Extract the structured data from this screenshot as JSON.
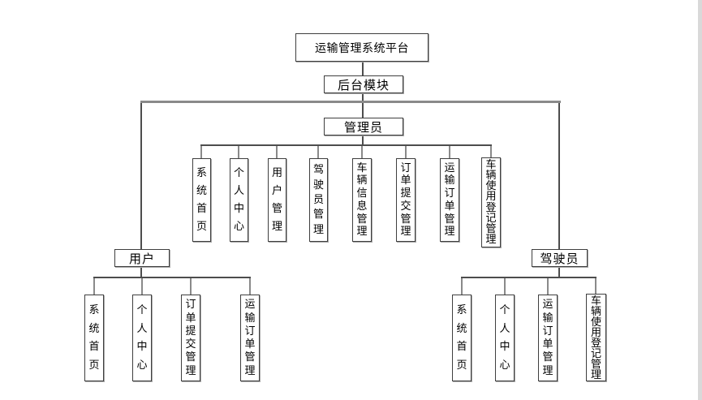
{
  "theme": {
    "canvas_bg": "#ffffff",
    "text_color": "#000000",
    "box_border": "#3f3f3f",
    "box_shadow": "#a8a8a8",
    "line_color": "#4d4d4d",
    "stub_color": "#8a8a8a",
    "wide_line_color": "#8a8a8a",
    "right_edge": "#d9d9d9"
  },
  "diagram": {
    "nodes": {
      "root": "运输管理系统平台",
      "backend": "后台模块"
    },
    "branches": {
      "admin": {
        "label": "管理员",
        "children": [
          "系统首页",
          "个人中心",
          "用户管理",
          "驾驶员管理",
          "车辆信息管理",
          "订单提交管理",
          "运输订单管理",
          "车辆使用登记管理"
        ]
      },
      "user": {
        "label": "用户",
        "children": [
          "系统首页",
          "个人中心",
          "订单提交管理",
          "运输订单管理"
        ]
      },
      "driver": {
        "label": "驾驶员",
        "children": [
          "系统首页",
          "个人中心",
          "运输订单管理",
          "车辆使用登记管理"
        ]
      }
    }
  }
}
